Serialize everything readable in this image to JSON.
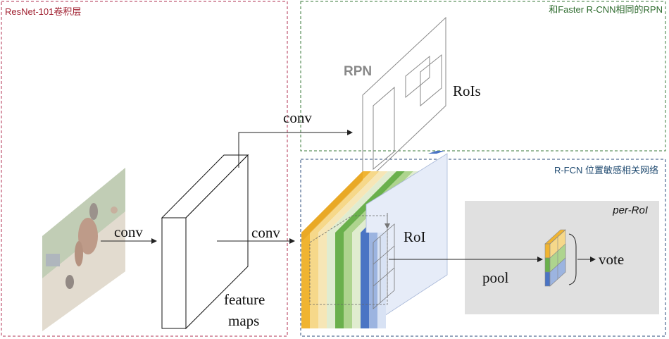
{
  "regions": {
    "resnet_label": "ResNet-101卷积层",
    "rpn_region_label": "和Faster R-CNN相同的RPN",
    "rfcn_label": "R-FCN 位置敏感相关网络"
  },
  "labels": {
    "rpn": "RPN",
    "rois": "RoIs",
    "conv_top": "conv",
    "conv_left": "conv",
    "conv_mid": "conv",
    "roi": "RoI",
    "feature_line1": "feature",
    "feature_line2": "maps",
    "per_roi": "per-RoI",
    "pool": "pool",
    "vote": "vote"
  },
  "colors": {
    "resnet_border": "#b03050",
    "resnet_text": "#a02030",
    "rpn_border": "#3a7a3a",
    "rpn_text": "#2e6b2e",
    "rfcn_border": "#2a4a7a",
    "rfcn_text": "#1f4a70",
    "orange": "#f0b431",
    "green": "#6ab04c",
    "blue": "#4a74c4",
    "per_roi_bg": "#e0e0e0"
  }
}
